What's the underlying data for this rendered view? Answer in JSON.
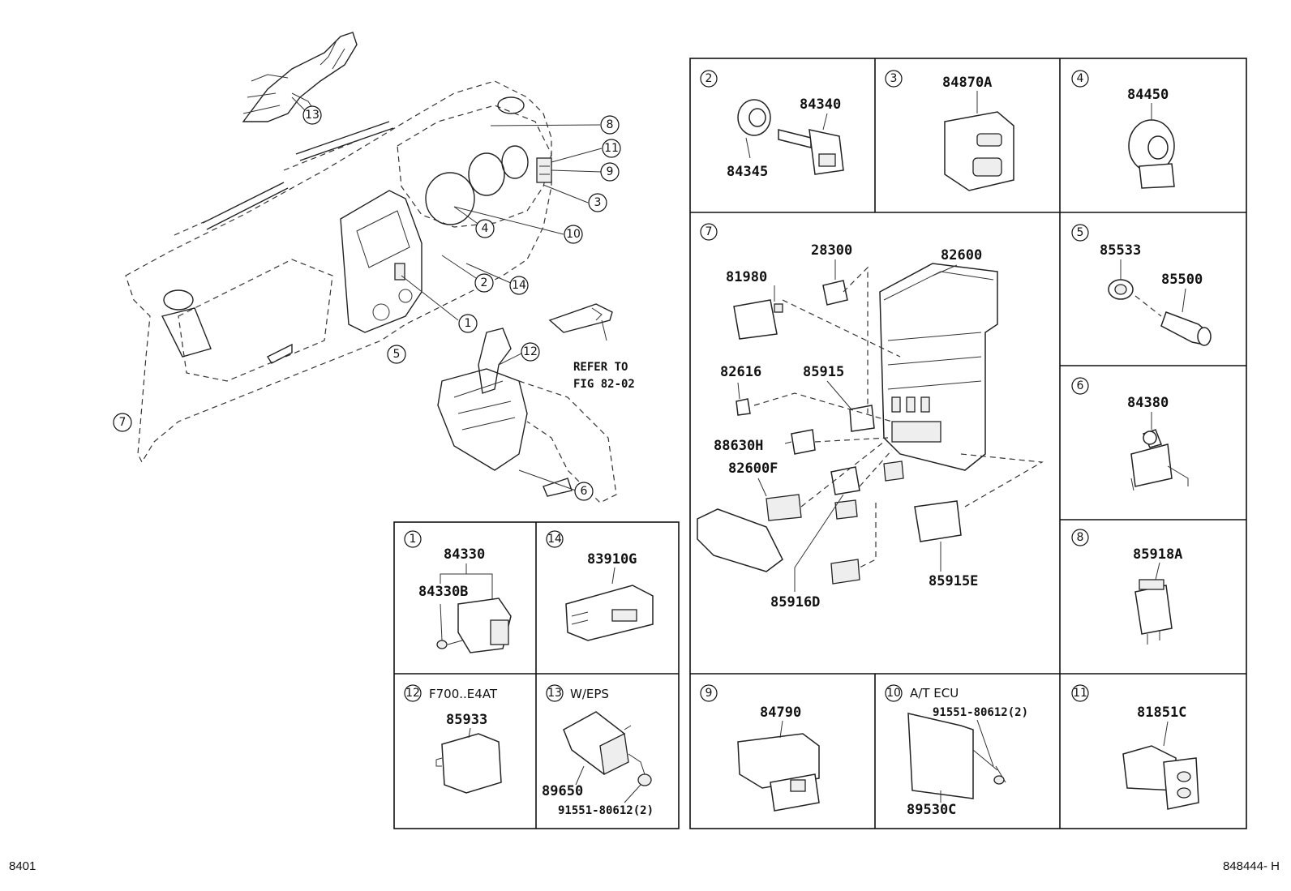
{
  "refer": {
    "line1": "REFER TO",
    "line2": "FIG 82-02"
  },
  "overview_callouts": [
    "13",
    "8",
    "11",
    "9",
    "3",
    "4",
    "10",
    "2",
    "14",
    "1",
    "12",
    "5",
    "7",
    "6"
  ],
  "boxes": {
    "b2": {
      "num": "2",
      "parts": [
        "84340",
        "84345"
      ]
    },
    "b3": {
      "num": "3",
      "parts": [
        "84870A"
      ]
    },
    "b4": {
      "num": "4",
      "parts": [
        "84450"
      ]
    },
    "b7": {
      "num": "7",
      "parts": [
        "28300",
        "82600",
        "81980",
        "82616",
        "85915",
        "88630H",
        "82600F",
        "85915E",
        "85916D"
      ]
    },
    "b5": {
      "num": "5",
      "parts": [
        "85533",
        "85500"
      ]
    },
    "b6": {
      "num": "6",
      "parts": [
        "84380"
      ]
    },
    "b8": {
      "num": "8",
      "parts": [
        "85918A"
      ]
    },
    "b1": {
      "num": "1",
      "parts": [
        "84330",
        "84330B"
      ]
    },
    "b14": {
      "num": "14",
      "parts": [
        "83910G"
      ]
    },
    "b12": {
      "num": "12",
      "note": "F700..E4AT",
      "parts": [
        "85933"
      ]
    },
    "b13": {
      "num": "13",
      "note": "W/EPS",
      "parts": [
        "89650",
        "91551-80612(2)"
      ]
    },
    "b9": {
      "num": "9",
      "parts": [
        "84790"
      ]
    },
    "b10": {
      "num": "10",
      "note": "A/T ECU",
      "parts": [
        "91551-80612(2)",
        "89530C"
      ]
    },
    "b11": {
      "num": "11",
      "parts": [
        "81851C"
      ]
    }
  },
  "footer": {
    "left": "8401",
    "right": "848444- H"
  }
}
